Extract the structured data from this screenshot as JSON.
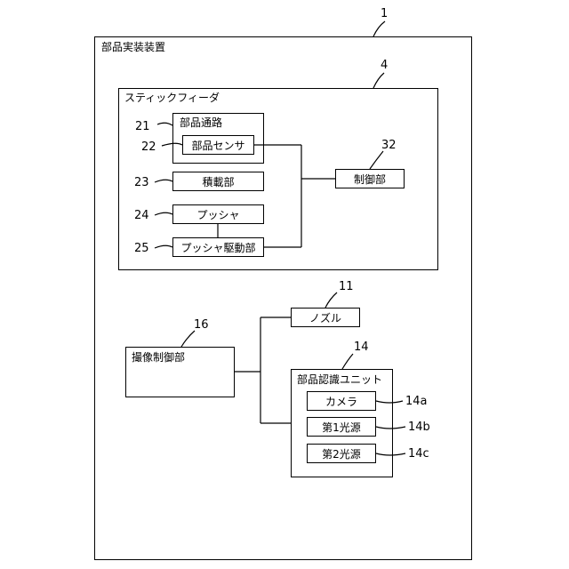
{
  "diagram": {
    "device": {
      "label": "部品実装装置",
      "ref": "1"
    },
    "stick_feeder": {
      "label": "スティックフィーダ",
      "ref": "4"
    },
    "parts_passage": {
      "label": "部品通路",
      "ref": "21"
    },
    "parts_sensor": {
      "label": "部品センサ",
      "ref": "22"
    },
    "stacking_unit": {
      "label": "積載部",
      "ref": "23"
    },
    "pusher": {
      "label": "プッシャ",
      "ref": "24"
    },
    "pusher_drive": {
      "label": "プッシャ駆動部",
      "ref": "25"
    },
    "controller": {
      "label": "制御部",
      "ref": "32"
    },
    "nozzle": {
      "label": "ノズル",
      "ref": "11"
    },
    "imaging_controller": {
      "label": "撮像制御部",
      "ref": "16"
    },
    "recognition_unit": {
      "label": "部品認識ユニット",
      "ref": "14"
    },
    "camera": {
      "label": "カメラ",
      "ref": "14a"
    },
    "light1": {
      "label": "第1光源",
      "ref": "14b"
    },
    "light2": {
      "label": "第2光源",
      "ref": "14c"
    }
  }
}
